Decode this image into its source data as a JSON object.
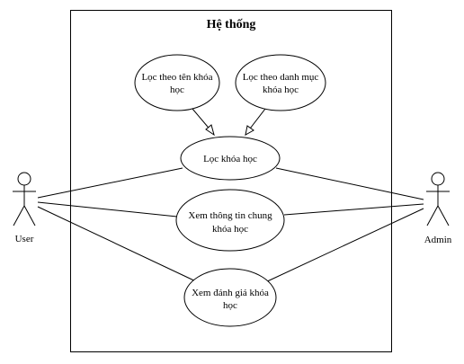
{
  "system": {
    "title": "Hệ thống"
  },
  "actors": {
    "user": {
      "label": "User"
    },
    "admin": {
      "label": "Admin"
    }
  },
  "use_cases": {
    "filter_by_name": {
      "line1": "Lọc theo tên khóa",
      "line2": "học"
    },
    "filter_by_category": {
      "line1": "Lọc theo danh mục",
      "line2": "khóa học"
    },
    "filter_courses": {
      "line1": "Lọc khóa học"
    },
    "view_course_info": {
      "line1": "Xem thông tin chung",
      "line2": "khóa học"
    },
    "view_course_reviews": {
      "line1": "Xem đánh giá khóa",
      "line2": "học"
    }
  },
  "colors": {
    "stroke": "#000000",
    "fill": "#ffffff"
  }
}
